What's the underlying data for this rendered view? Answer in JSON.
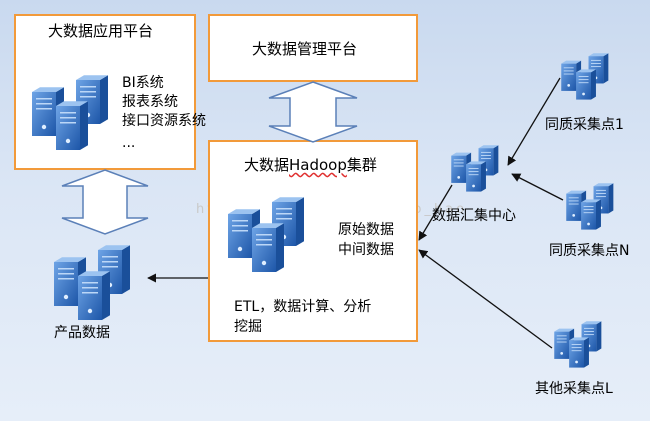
{
  "boxes": {
    "app_platform": {
      "title": "大数据应用平台",
      "items": [
        "BI系统",
        "报表系统",
        "接口资源系统",
        "..."
      ]
    },
    "mgmt_platform": {
      "title": "大数据管理平台"
    },
    "hadoop_cluster": {
      "title_prefix": "大数据",
      "title_word": "Hadoop",
      "title_suffix": "集群",
      "data_lines": [
        "原始数据",
        "中间数据"
      ],
      "process_line1": "ETL，数据计算、分析",
      "process_line2": "挖掘"
    }
  },
  "nodes": {
    "product_data": "产品数据",
    "aggregation_center": "数据汇集中心",
    "homog_1": "同质采集点1",
    "homog_n": "同质采集点N",
    "other_l": "其他采集点L"
  },
  "watermark": "http://blog.csdn.net/hao_hao",
  "colors": {
    "box_border": "#f29a3a",
    "arrow_fill": "#ffffff",
    "arrow_stroke": "#5b80b8",
    "server": "#2f6fbf"
  }
}
